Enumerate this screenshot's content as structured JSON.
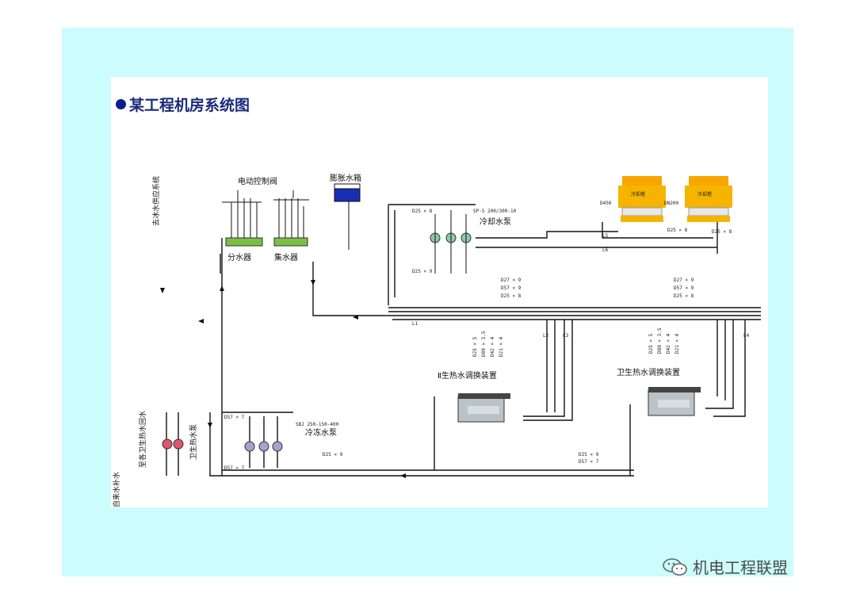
{
  "title": "某工程机房系统图",
  "labels": {
    "supply_sys": "去冰水供应系统",
    "electric_valve": "电动控制阀",
    "expansion_tank": "膨胀水箱",
    "distributor": "分水器",
    "collector": "集水器",
    "cooling_pump": "冷却水泵",
    "chilled_pump": "冷冻水泵",
    "hot_pump": "卫生热水泵",
    "hot_supply": "至各卫生热水回水",
    "tap_water": "自来水补水",
    "unit1": "Ⅱ生热水调换装置",
    "unit2": "卫生热水调换装置",
    "tower_brand1": "冷却塔",
    "tower_brand2": "冷却塔"
  },
  "specs": {
    "cooling_pump_spec": "SP-S 200/300-10",
    "chilled_pump_spec": "SBJ 250-150-400",
    "d25x8": "D25 × 8",
    "d25x9": "D25 × 9",
    "d27x9": "D27 × 9",
    "d57x9": "D57 × 9",
    "d57x7": "D57 × 7",
    "d450": "D450",
    "dn200": "DN200",
    "l5": "L5",
    "l6": "L6",
    "l1": "L1",
    "l2": "L2",
    "l3": "L3",
    "l4": "L4",
    "cold_spec_a": "D25 × 5",
    "cold_spec_b": "D89 × 3.5",
    "cold_spec_c": "D42 × 4",
    "cold_spec_d": "D21 × 4"
  },
  "colors": {
    "slide_bg": "#ccfcfc",
    "title": "#1b2a7a",
    "tower": "#f5b400",
    "tower_top": "#f7a700",
    "header_green": "#7bc043",
    "pump_green": "#8fc9a6",
    "pump_red": "#e0566d",
    "pump_violet": "#a89fd2",
    "tank_blue": "#1a2db5"
  },
  "watermark": "机电工程联盟"
}
